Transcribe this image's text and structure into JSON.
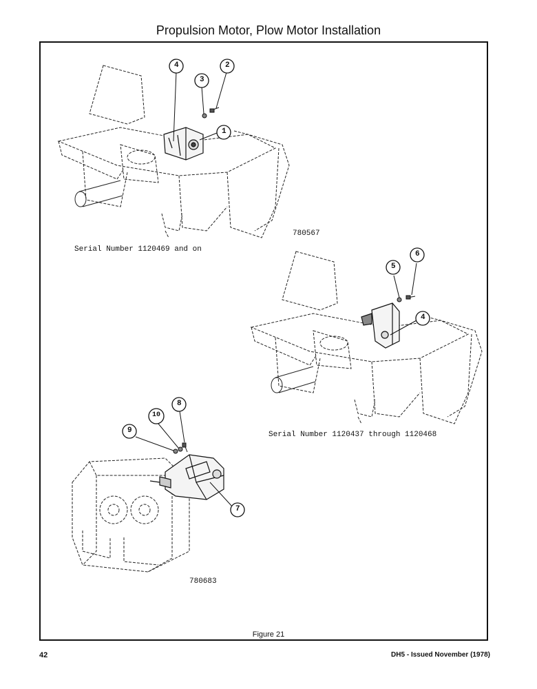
{
  "page": {
    "title": "Propulsion Motor, Plow Motor Installation",
    "figure_caption": "Figure 21",
    "page_number": "42",
    "footer": "DH5 - Issued November (1978)"
  },
  "views": {
    "top": {
      "serial": "Serial Number 1120469 and on",
      "drawing_number": "780567"
    },
    "middle": {
      "serial": "Serial Number 1120437 through 1120468"
    },
    "bottom": {
      "drawing_number": "780683"
    }
  },
  "callouts": {
    "c1": "1",
    "c2": "2",
    "c3": "3",
    "c4a": "4",
    "c4b": "4",
    "c5": "5",
    "c6": "6",
    "c7": "7",
    "c8": "8",
    "c9": "9",
    "c10": "10"
  }
}
